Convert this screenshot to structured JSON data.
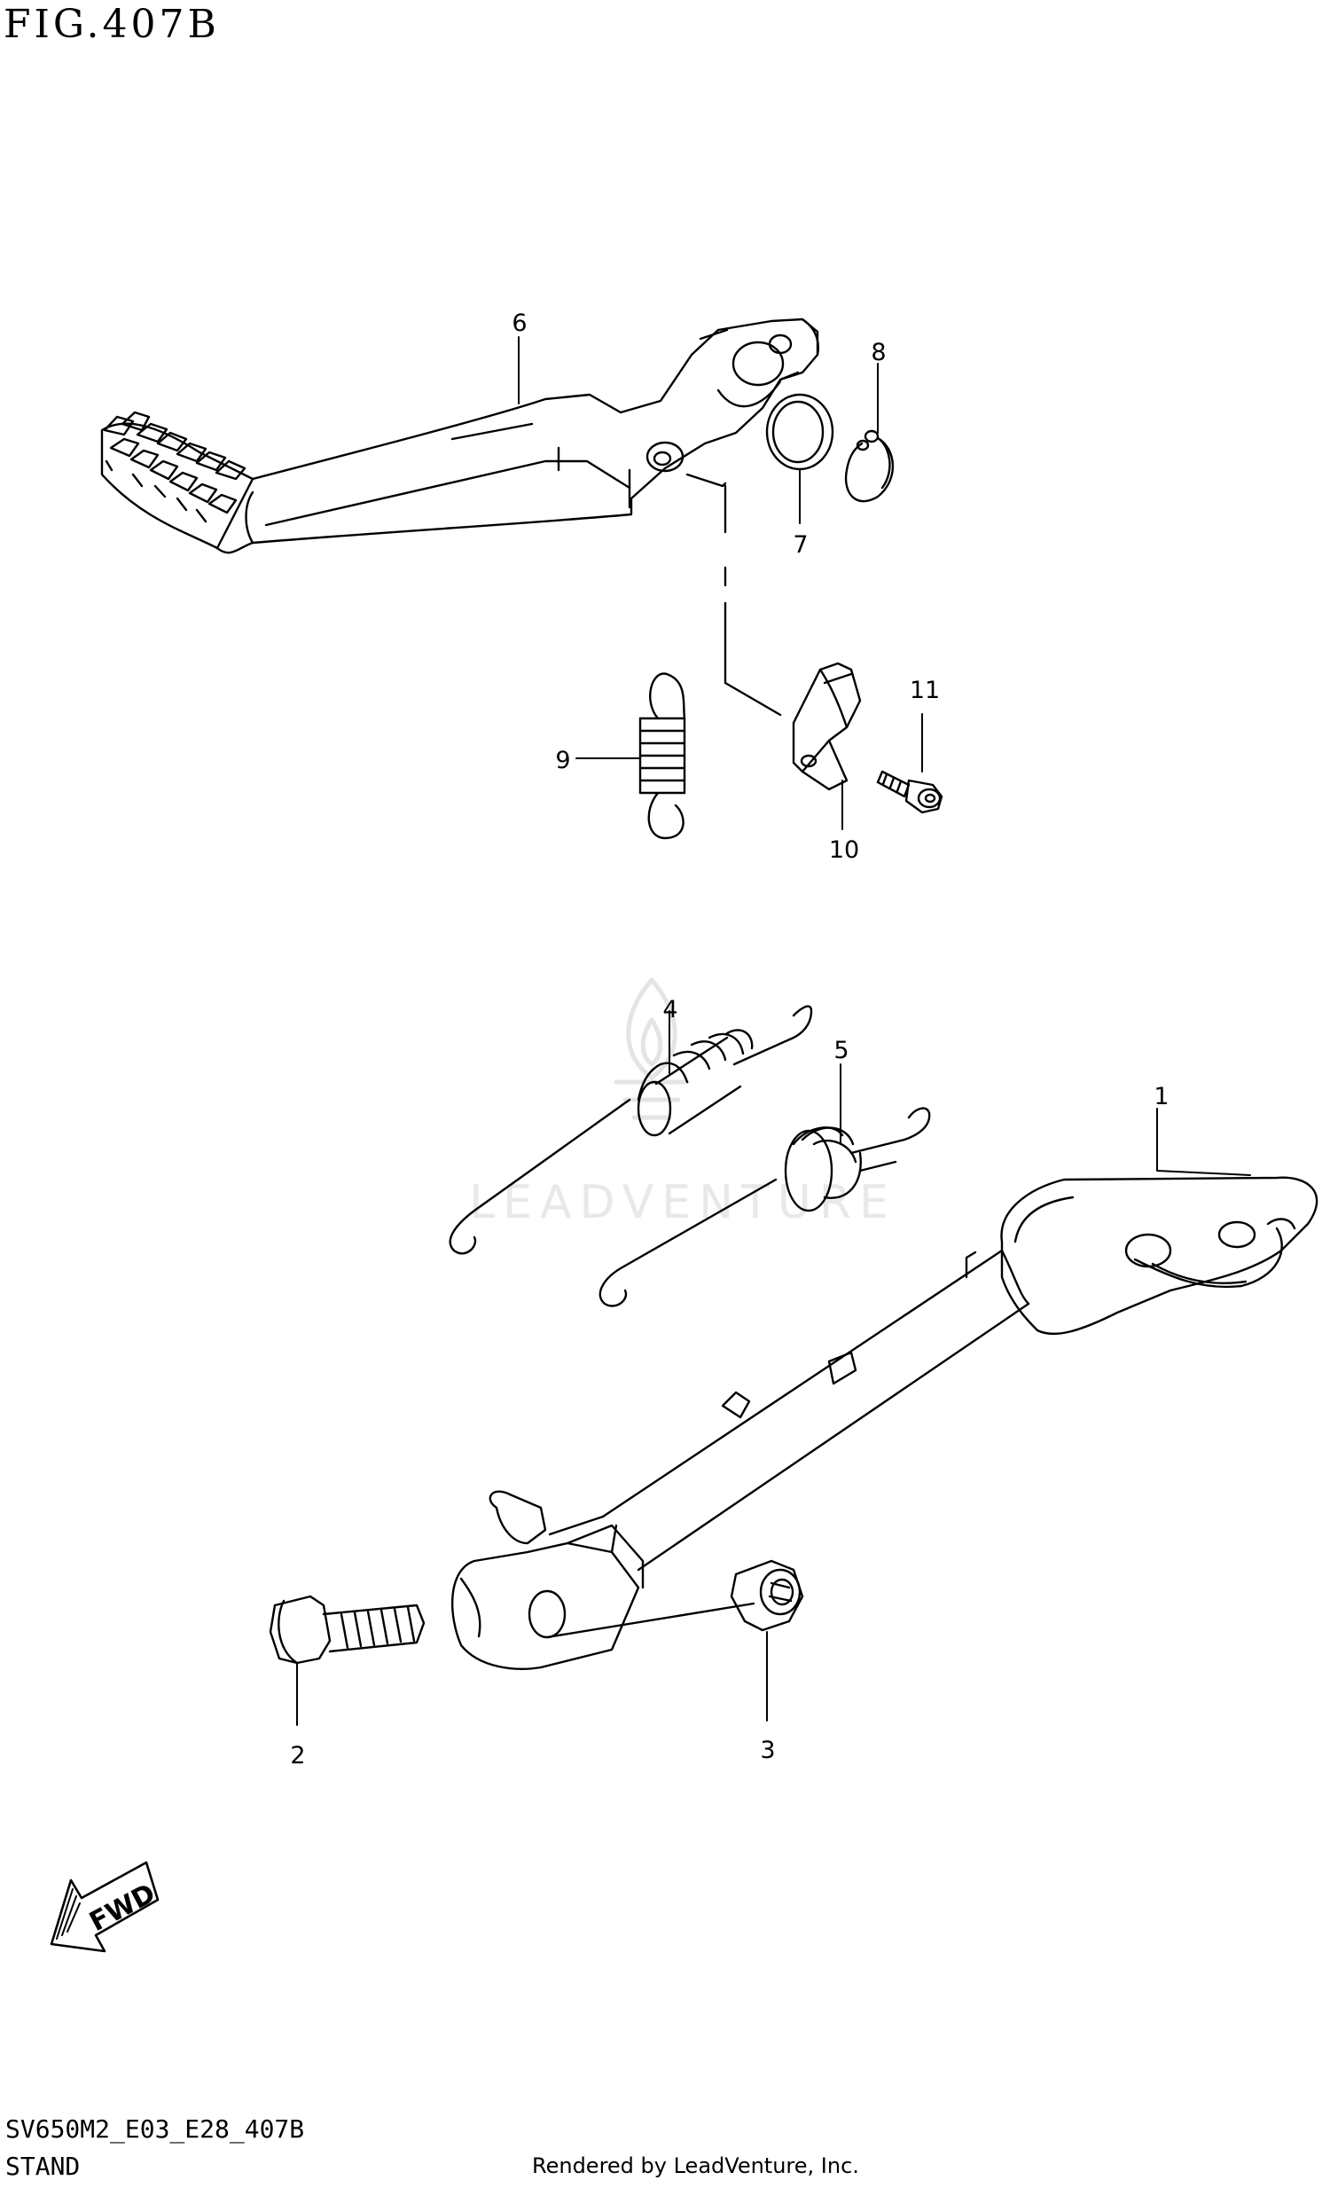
{
  "figure": {
    "title": "FIG.407B",
    "model_code": "SV650M2_E03_E28_407B",
    "section_name": "STAND",
    "credit": "Rendered by LeadVenture, Inc.",
    "watermark": "LEADVENTURE"
  },
  "callouts": [
    {
      "number": "1",
      "part": "side-stand"
    },
    {
      "number": "2",
      "part": "bolt"
    },
    {
      "number": "3",
      "part": "nut"
    },
    {
      "number": "4",
      "part": "spring-long"
    },
    {
      "number": "5",
      "part": "spring-short"
    },
    {
      "number": "6",
      "part": "brake-pedal"
    },
    {
      "number": "7",
      "part": "o-ring"
    },
    {
      "number": "8",
      "part": "circlip"
    },
    {
      "number": "9",
      "part": "return-spring"
    },
    {
      "number": "10",
      "part": "bracket"
    },
    {
      "number": "11",
      "part": "screw"
    }
  ],
  "fwd_arrow": {
    "label": "FWD"
  },
  "colors": {
    "line": "#000000",
    "background": "#ffffff",
    "watermark": "#e4e4e4"
  }
}
